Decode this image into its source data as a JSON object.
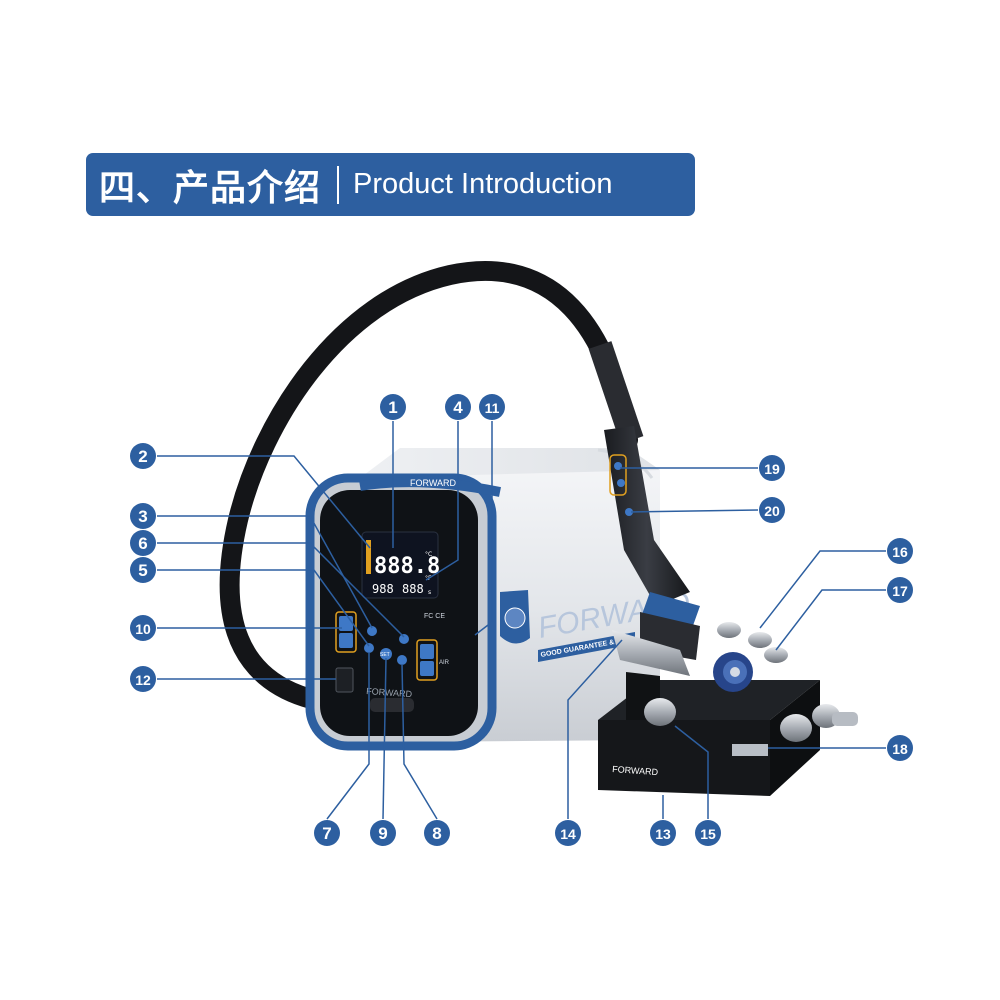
{
  "header": {
    "title_cn": "四、产品介绍",
    "title_en": "Product Introduction"
  },
  "colors": {
    "accent": "#2d5fa0",
    "callout_line": "#2d5fa0",
    "marker_fill": "#2d5fa0",
    "marker_text": "#ffffff",
    "display_digits": "#ffffff",
    "display_bg": "#0e1320"
  },
  "device": {
    "brand": "FORWARD",
    "slogan": "GOOD GUARANTEE & G",
    "display_main": "888.8",
    "display_unit_c": "°C",
    "display_unit_f": "°F",
    "display_air": "988",
    "display_time": "888",
    "display_time_unit": "s",
    "cert_marks": "FC CE",
    "air_label": "AIR",
    "set_label": "SET",
    "stand_brand": "FORWARD"
  },
  "callouts": [
    "1",
    "2",
    "3",
    "4",
    "5",
    "6",
    "7",
    "8",
    "9",
    "10",
    "11",
    "12",
    "13",
    "14",
    "15",
    "16",
    "17",
    "18",
    "19",
    "20"
  ]
}
